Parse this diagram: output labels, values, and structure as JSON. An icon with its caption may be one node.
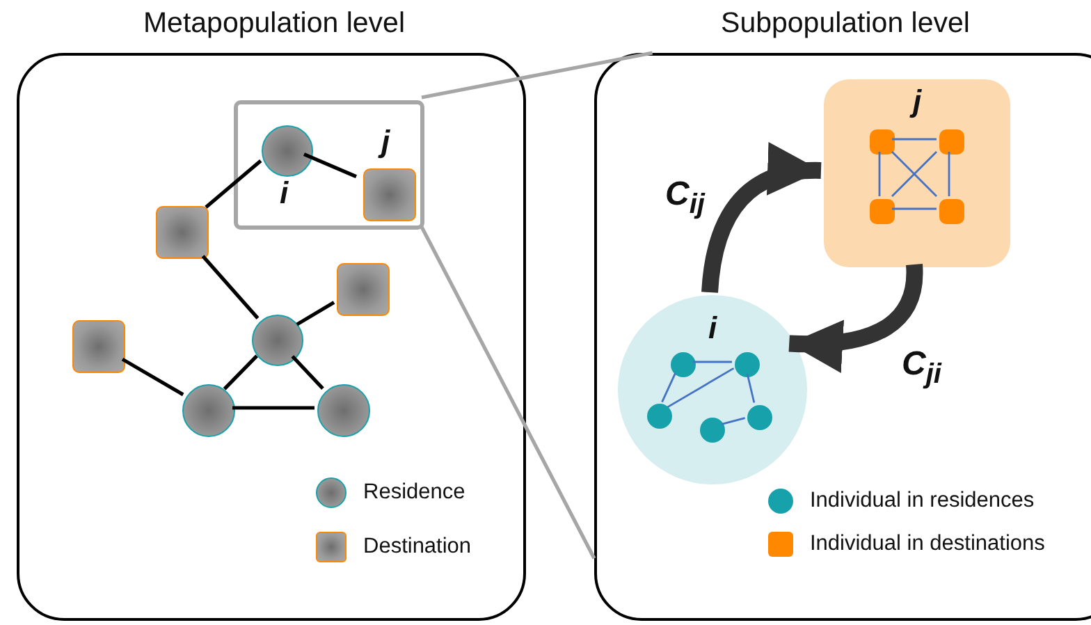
{
  "diagram": {
    "nodes": [
      {
        "text": [
          "Metapopulation level"
        ]
      },
      {
        "text": [],
        "shape": "box",
        "in": 0
      },
      {
        "text": [],
        "shape": "circle",
        "in": 1,
        "beside": [
          "i"
        ]
      },
      {
        "text": [],
        "shape": "box",
        "in": 1,
        "beside": [
          "j"
        ]
      },
      {
        "text": [],
        "shape": "box",
        "in": 0
      },
      {
        "text": [],
        "shape": "box",
        "in": 0
      },
      {
        "text": [],
        "shape": "circle",
        "in": 0
      },
      {
        "text": [],
        "shape": "box",
        "in": 0
      },
      {
        "text": [],
        "shape": "circle",
        "in": 0
      },
      {
        "text": [],
        "shape": "circle",
        "in": 0
      },
      {
        "text": [
          "Subpopulation level"
        ]
      },
      {
        "text": [
          "j"
        ],
        "in": 10
      },
      {
        "text": [],
        "shape": "box",
        "in": 11
      },
      {
        "text": [],
        "shape": "box",
        "in": 11
      },
      {
        "text": [],
        "shape": "box",
        "in": 11
      },
      {
        "text": [],
        "shape": "box",
        "in": 11
      },
      {
        "text": [
          "i"
        ],
        "in": 10
      },
      {
        "text": [],
        "shape": "circle",
        "in": 16
      },
      {
        "text": [],
        "shape": "circle",
        "in": 16
      },
      {
        "text": [],
        "shape": "circle",
        "in": 16
      },
      {
        "text": [],
        "shape": "circle",
        "in": 16
      },
      {
        "text": [],
        "shape": "circle",
        "in": 16
      }
    ],
    "edges": [
      {
        "from": 2,
        "to": 4,
        "arrow": "none",
        "color": "#000000"
      },
      {
        "from": 2,
        "to": 3,
        "arrow": "none",
        "color": "#000000"
      },
      {
        "from": 4,
        "to": 6,
        "arrow": "none",
        "color": "#000000"
      },
      {
        "from": 6,
        "to": 5,
        "arrow": "none",
        "color": "#000000"
      },
      {
        "from": 6,
        "to": 8,
        "arrow": "none",
        "color": "#000000"
      },
      {
        "from": 6,
        "to": 9,
        "arrow": "none",
        "color": "#000000"
      },
      {
        "from": 7,
        "to": 8,
        "arrow": "none",
        "color": "#000000"
      },
      {
        "from": 8,
        "to": 9,
        "arrow": "none",
        "color": "#000000"
      },
      {
        "from": 1,
        "to": 10,
        "arrow": "none",
        "color": "#a6a6a6"
      },
      {
        "from": 1,
        "to": 10,
        "arrow": "none",
        "color": "#a6a6a6"
      },
      {
        "from": 12,
        "to": 13,
        "arrow": "none"
      },
      {
        "from": 12,
        "to": 14,
        "arrow": "none"
      },
      {
        "from": 13,
        "to": 15,
        "arrow": "none"
      },
      {
        "from": 14,
        "to": 15,
        "arrow": "none"
      },
      {
        "from": 12,
        "to": 15,
        "arrow": "none"
      },
      {
        "from": 13,
        "to": 14,
        "arrow": "none"
      },
      {
        "from": 17,
        "to": 18,
        "arrow": "none"
      },
      {
        "from": 17,
        "to": 19,
        "arrow": "none"
      },
      {
        "from": 19,
        "to": 18,
        "arrow": "none"
      },
      {
        "from": 18,
        "to": 21,
        "arrow": "none"
      },
      {
        "from": 20,
        "to": 21,
        "arrow": "none"
      },
      {
        "from": 16,
        "to": 11,
        "arrow": "to",
        "label": "C$_{ij}$",
        "style": "thick",
        "color": "#333333"
      },
      {
        "from": 11,
        "to": 16,
        "arrow": "to",
        "label": "C$_{ji}$",
        "style": "thick",
        "color": "#333333"
      }
    ],
    "legend": [
      {
        "text": "Residence"
      },
      {
        "text": "Destination"
      },
      {
        "text": "Individual in residences",
        "color": "#17a2ab"
      },
      {
        "text": "Individual in destinations",
        "color": "#ff8800"
      }
    ]
  }
}
